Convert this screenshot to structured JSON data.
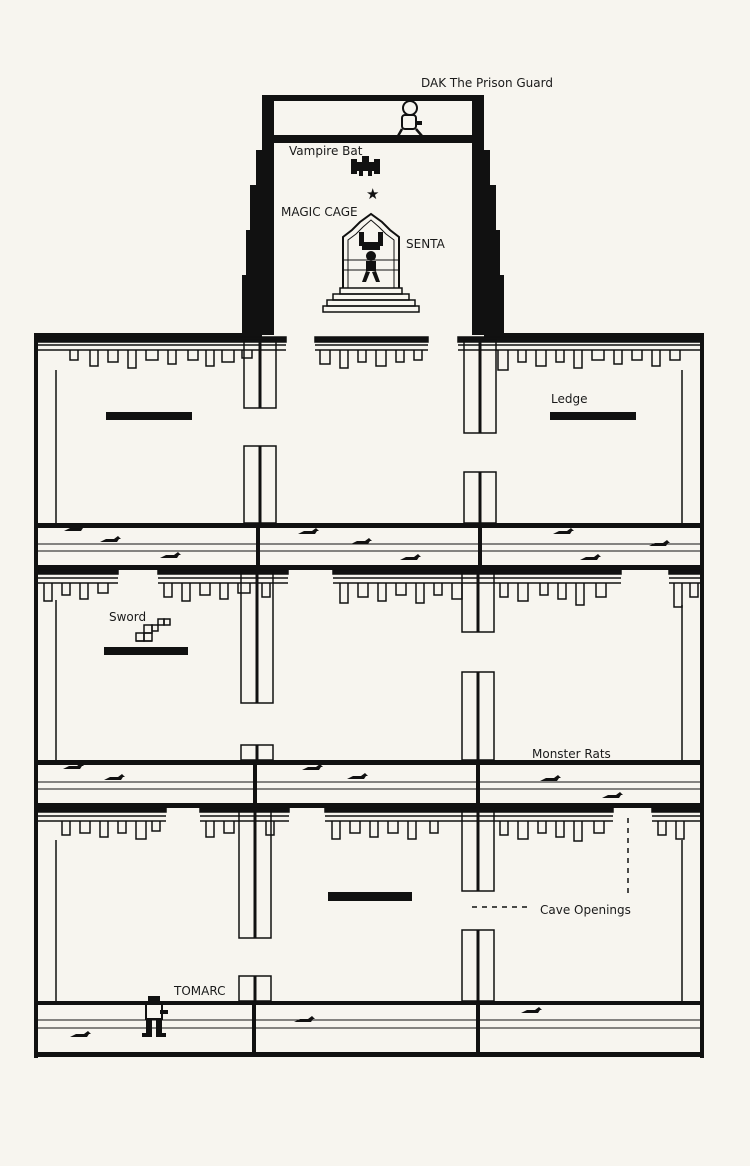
{
  "labels": {
    "dak": "DAK The Prison Guard",
    "vampire_bat": "Vampire Bat",
    "magic_cage": "MAGIC CAGE",
    "senta": "SENTA",
    "ledge": "Ledge",
    "sword": "Sword",
    "monster_rats": "Monster Rats",
    "cave_openings": "Cave Openings",
    "tomarc": "TOMARC"
  },
  "colors": {
    "ink": "#111111",
    "paper": "#f7f5ef"
  }
}
